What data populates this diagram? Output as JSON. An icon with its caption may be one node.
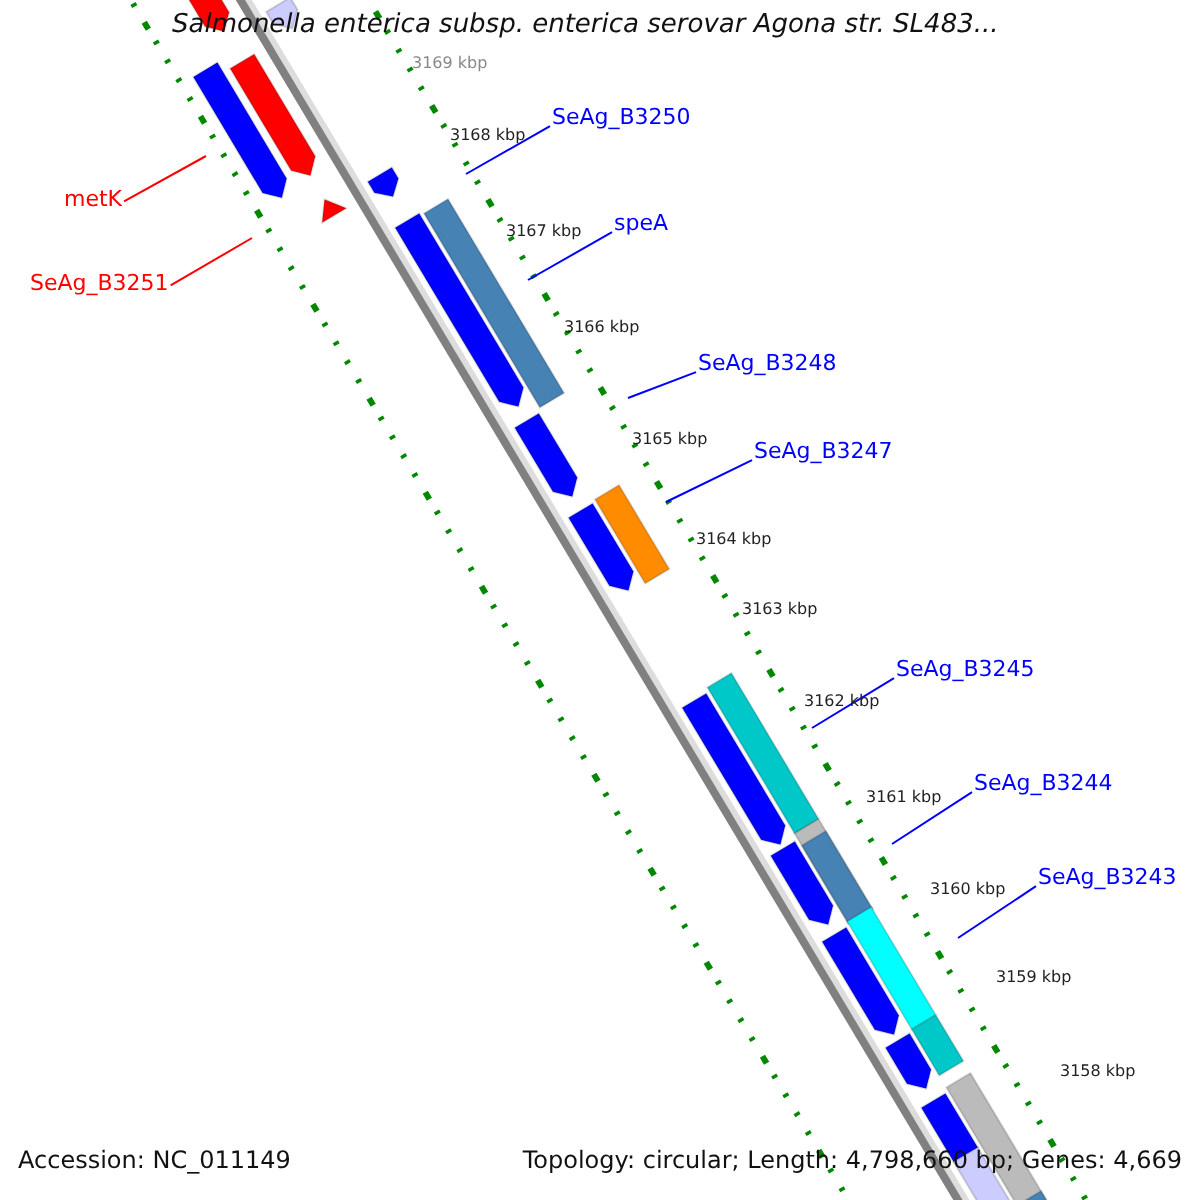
{
  "diagram": {
    "title": "Salmonella enterica subsp. enterica serovar Agona str. SL483...",
    "nodes": [
      {
        "text": [
          "metK"
        ]
      },
      {
        "text": [
          "SeAg_B3251"
        ]
      },
      {
        "text": [
          "SeAg_B3250"
        ]
      },
      {
        "text": [
          "speA"
        ]
      },
      {
        "text": [
          "SeAg_B3248"
        ]
      },
      {
        "text": [
          "SeAg_B3247"
        ]
      },
      {
        "text": [
          "SeAg_B3245"
        ]
      },
      {
        "text": [
          "SeAg_B3244"
        ]
      },
      {
        "text": [
          "SeAg_B3243"
        ]
      }
    ],
    "edges": [
      {
        "from": 0,
        "to": null,
        "arrow": "none",
        "color": "#ff0000"
      },
      {
        "from": 1,
        "to": null,
        "arrow": "none",
        "color": "#ff0000"
      },
      {
        "from": 2,
        "to": null,
        "arrow": "none"
      },
      {
        "from": 3,
        "to": null,
        "arrow": "none"
      },
      {
        "from": 4,
        "to": null,
        "arrow": "none"
      },
      {
        "from": 5,
        "to": null,
        "arrow": "none"
      },
      {
        "from": 6,
        "to": null,
        "arrow": "none"
      },
      {
        "from": 7,
        "to": null,
        "arrow": "none"
      },
      {
        "from": 8,
        "to": null,
        "arrow": "none"
      }
    ],
    "labels": [
      "3169 kbp",
      "3168 kbp",
      "3167 kbp",
      "3166 kbp",
      "3165 kbp",
      "3164 kbp",
      "3163 kbp",
      "3162 kbp",
      "3161 kbp",
      "3160 kbp",
      "3159 kbp",
      "3158 kbp",
      "Accession: NC_011149",
      "Topology: circular; Length: 4,798,660 bp; Genes: 4,669"
    ]
  }
}
